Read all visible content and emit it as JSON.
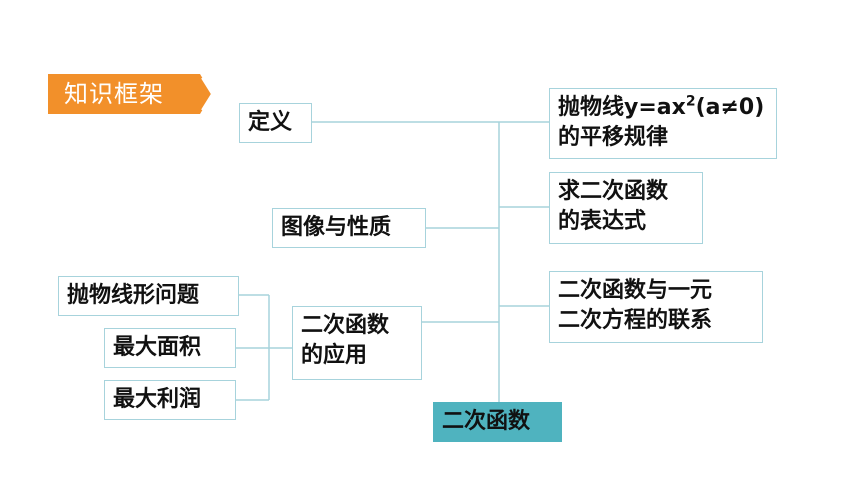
{
  "colors": {
    "accent": "#f2902a",
    "root_fill": "#4fb3bf",
    "box_border": "#a7d3dc",
    "line": "#a7d3dc"
  },
  "header": {
    "badge_label": "知识框架"
  },
  "diagram": {
    "root": "二次函数",
    "definition": "定义",
    "properties": "图像与性质",
    "shift": {
      "line1_prefix": "抛物线y=ax",
      "exponent": "2",
      "line1_suffix": "(a≠0)",
      "line2": "的平移规律"
    },
    "expression": {
      "line1": "求二次函数",
      "line2": "的表达式"
    },
    "equation": {
      "line1": "二次函数与一元",
      "line2": "二次方程的联系"
    },
    "application": {
      "line1": "二次函数",
      "line2": "的应用"
    },
    "applications": [
      "抛物线形问题",
      "最大面积",
      "最大利润"
    ]
  }
}
